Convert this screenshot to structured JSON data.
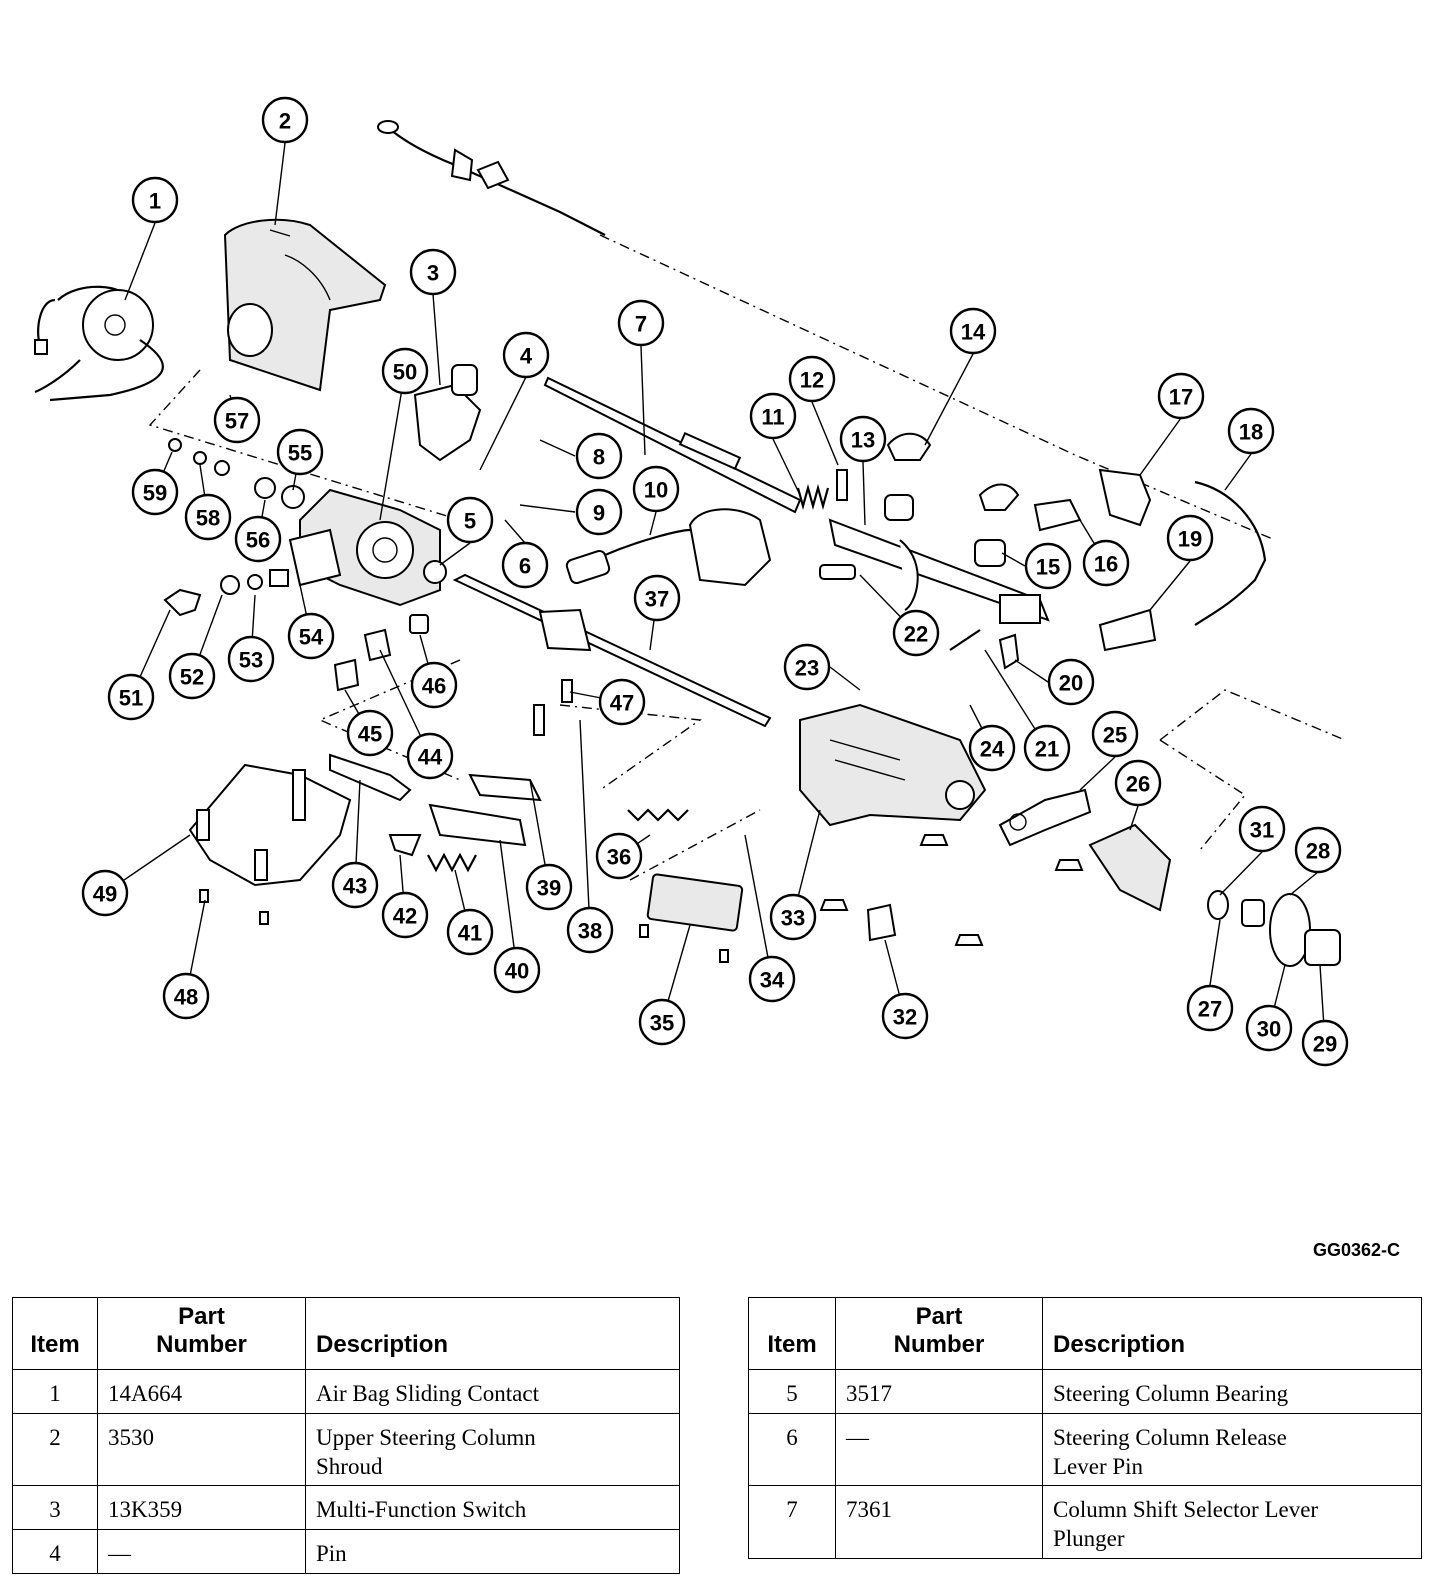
{
  "figure_code": "GG0362-C",
  "callouts": [
    {
      "n": "1"
    },
    {
      "n": "2"
    },
    {
      "n": "3"
    },
    {
      "n": "4"
    },
    {
      "n": "5"
    },
    {
      "n": "6"
    },
    {
      "n": "7"
    },
    {
      "n": "8"
    },
    {
      "n": "9"
    },
    {
      "n": "10"
    },
    {
      "n": "11"
    },
    {
      "n": "12"
    },
    {
      "n": "13"
    },
    {
      "n": "14"
    },
    {
      "n": "15"
    },
    {
      "n": "16"
    },
    {
      "n": "17"
    },
    {
      "n": "18"
    },
    {
      "n": "19"
    },
    {
      "n": "20"
    },
    {
      "n": "21"
    },
    {
      "n": "22"
    },
    {
      "n": "23"
    },
    {
      "n": "24"
    },
    {
      "n": "25"
    },
    {
      "n": "26"
    },
    {
      "n": "27"
    },
    {
      "n": "28"
    },
    {
      "n": "29"
    },
    {
      "n": "30"
    },
    {
      "n": "31"
    },
    {
      "n": "32"
    },
    {
      "n": "33"
    },
    {
      "n": "34"
    },
    {
      "n": "35"
    },
    {
      "n": "36"
    },
    {
      "n": "37"
    },
    {
      "n": "38"
    },
    {
      "n": "39"
    },
    {
      "n": "40"
    },
    {
      "n": "41"
    },
    {
      "n": "42"
    },
    {
      "n": "43"
    },
    {
      "n": "44"
    },
    {
      "n": "45"
    },
    {
      "n": "46"
    },
    {
      "n": "47"
    },
    {
      "n": "48"
    },
    {
      "n": "49"
    },
    {
      "n": "50"
    },
    {
      "n": "51"
    },
    {
      "n": "52"
    },
    {
      "n": "53"
    },
    {
      "n": "54"
    },
    {
      "n": "55"
    },
    {
      "n": "56"
    },
    {
      "n": "57"
    },
    {
      "n": "58"
    },
    {
      "n": "59"
    }
  ],
  "table_headers": {
    "item": "Item",
    "part_number_line1": "Part",
    "part_number_line2": "Number",
    "description": "Description"
  },
  "table_left": [
    {
      "item": "1",
      "part_number": "14A664",
      "description": "Air Bag Sliding Contact"
    },
    {
      "item": "2",
      "part_number": "3530",
      "description_line1": "Upper Steering Column",
      "description_line2": "Shroud"
    },
    {
      "item": "3",
      "part_number": "13K359",
      "description": "Multi-Function Switch"
    },
    {
      "item": "4",
      "part_number": "—",
      "description": "Pin"
    }
  ],
  "table_right": [
    {
      "item": "5",
      "part_number": "3517",
      "description": "Steering Column Bearing"
    },
    {
      "item": "6",
      "part_number": "—",
      "description_line1": "Steering Column Release",
      "description_line2": "Lever Pin"
    },
    {
      "item": "7",
      "part_number": "7361",
      "description_line1": "Column Shift Selector Lever",
      "description_line2": "Plunger"
    }
  ]
}
